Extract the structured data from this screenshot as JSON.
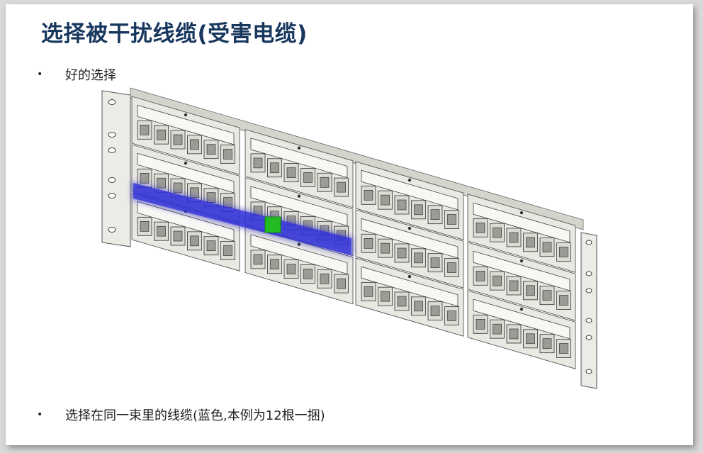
{
  "slide": {
    "title": "选择被干扰线缆(受害电缆)",
    "bullets": [
      {
        "marker": "•",
        "text": "好的选择"
      },
      {
        "marker": "•",
        "text": "选择在同一束里的线缆(蓝色,本例为12根一捆)"
      }
    ]
  },
  "figure": {
    "subject": "patch-panel",
    "highlight_bundle_color": "#2a2ad0",
    "victim_port_color": "#22bb22"
  }
}
